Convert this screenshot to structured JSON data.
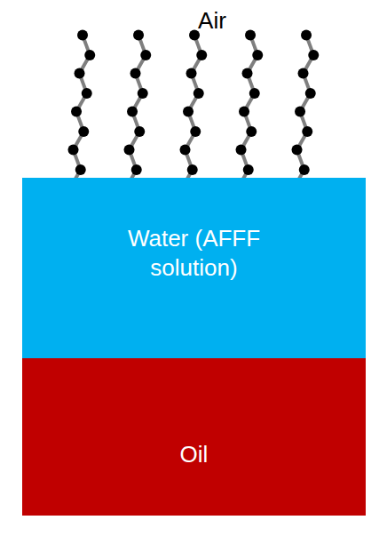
{
  "diagram": {
    "nodes": [
      {
        "text": [
          "Water (AFFF solution)"
        ]
      },
      {
        "text": [
          "Oil"
        ]
      }
    ],
    "labels": [
      "Air"
    ]
  }
}
